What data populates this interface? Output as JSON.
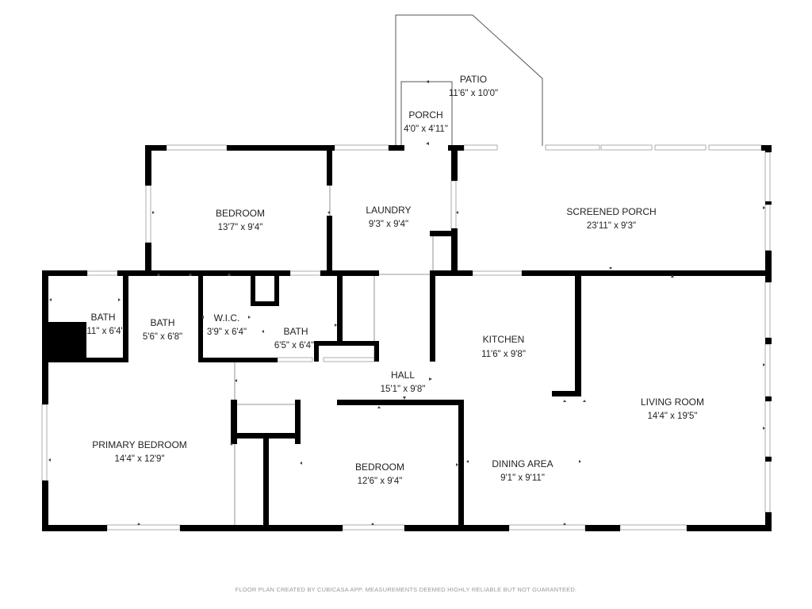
{
  "rooms": [
    {
      "id": "patio",
      "name": "PATIO",
      "dims": "11'6\" x 10'0\""
    },
    {
      "id": "porch",
      "name": "PORCH",
      "dims": "4'0\" x 4'11\""
    },
    {
      "id": "bedroom-2",
      "name": "BEDROOM",
      "dims": "13'7\" x 9'4\""
    },
    {
      "id": "laundry",
      "name": "LAUNDRY",
      "dims": "9'3\" x 9'4\""
    },
    {
      "id": "screened-porch",
      "name": "SCREENED PORCH",
      "dims": "23'11\" x 9'3\""
    },
    {
      "id": "bath-1",
      "name": "BATH",
      "dims": "11\" x 6'4\""
    },
    {
      "id": "bath-2",
      "name": "BATH",
      "dims": "5'6\" x 6'8\""
    },
    {
      "id": "wic",
      "name": "W.I.C.",
      "dims": "3'9\" x 6'4\""
    },
    {
      "id": "bath-3",
      "name": "BATH",
      "dims": "6'5\" x 6'4\""
    },
    {
      "id": "kitchen",
      "name": "KITCHEN",
      "dims": "11'6\" x 9'8\""
    },
    {
      "id": "hall",
      "name": "HALL",
      "dims": "15'1\" x 9'8\""
    },
    {
      "id": "living-room",
      "name": "LIVING ROOM",
      "dims": "14'4\" x 19'5\""
    },
    {
      "id": "primary-bedroom",
      "name": "PRIMARY BEDROOM",
      "dims": "14'4\" x 12'9\""
    },
    {
      "id": "bedroom-3",
      "name": "BEDROOM",
      "dims": "12'6\" x 9'4\""
    },
    {
      "id": "dining-area",
      "name": "DINING AREA",
      "dims": "9'1\" x 9'11\""
    }
  ],
  "footer": {
    "text": "FLOOR PLAN CREATED BY CUBICASA APP. MEASUREMENTS DEEMED HIGHLY RELIABLE BUT NOT GUARANTEED."
  },
  "colors": {
    "wall": "#000000",
    "thin_line": "#555555",
    "window": "#9a9a9a",
    "text": "#222222",
    "footer": "#9a9a9a"
  }
}
